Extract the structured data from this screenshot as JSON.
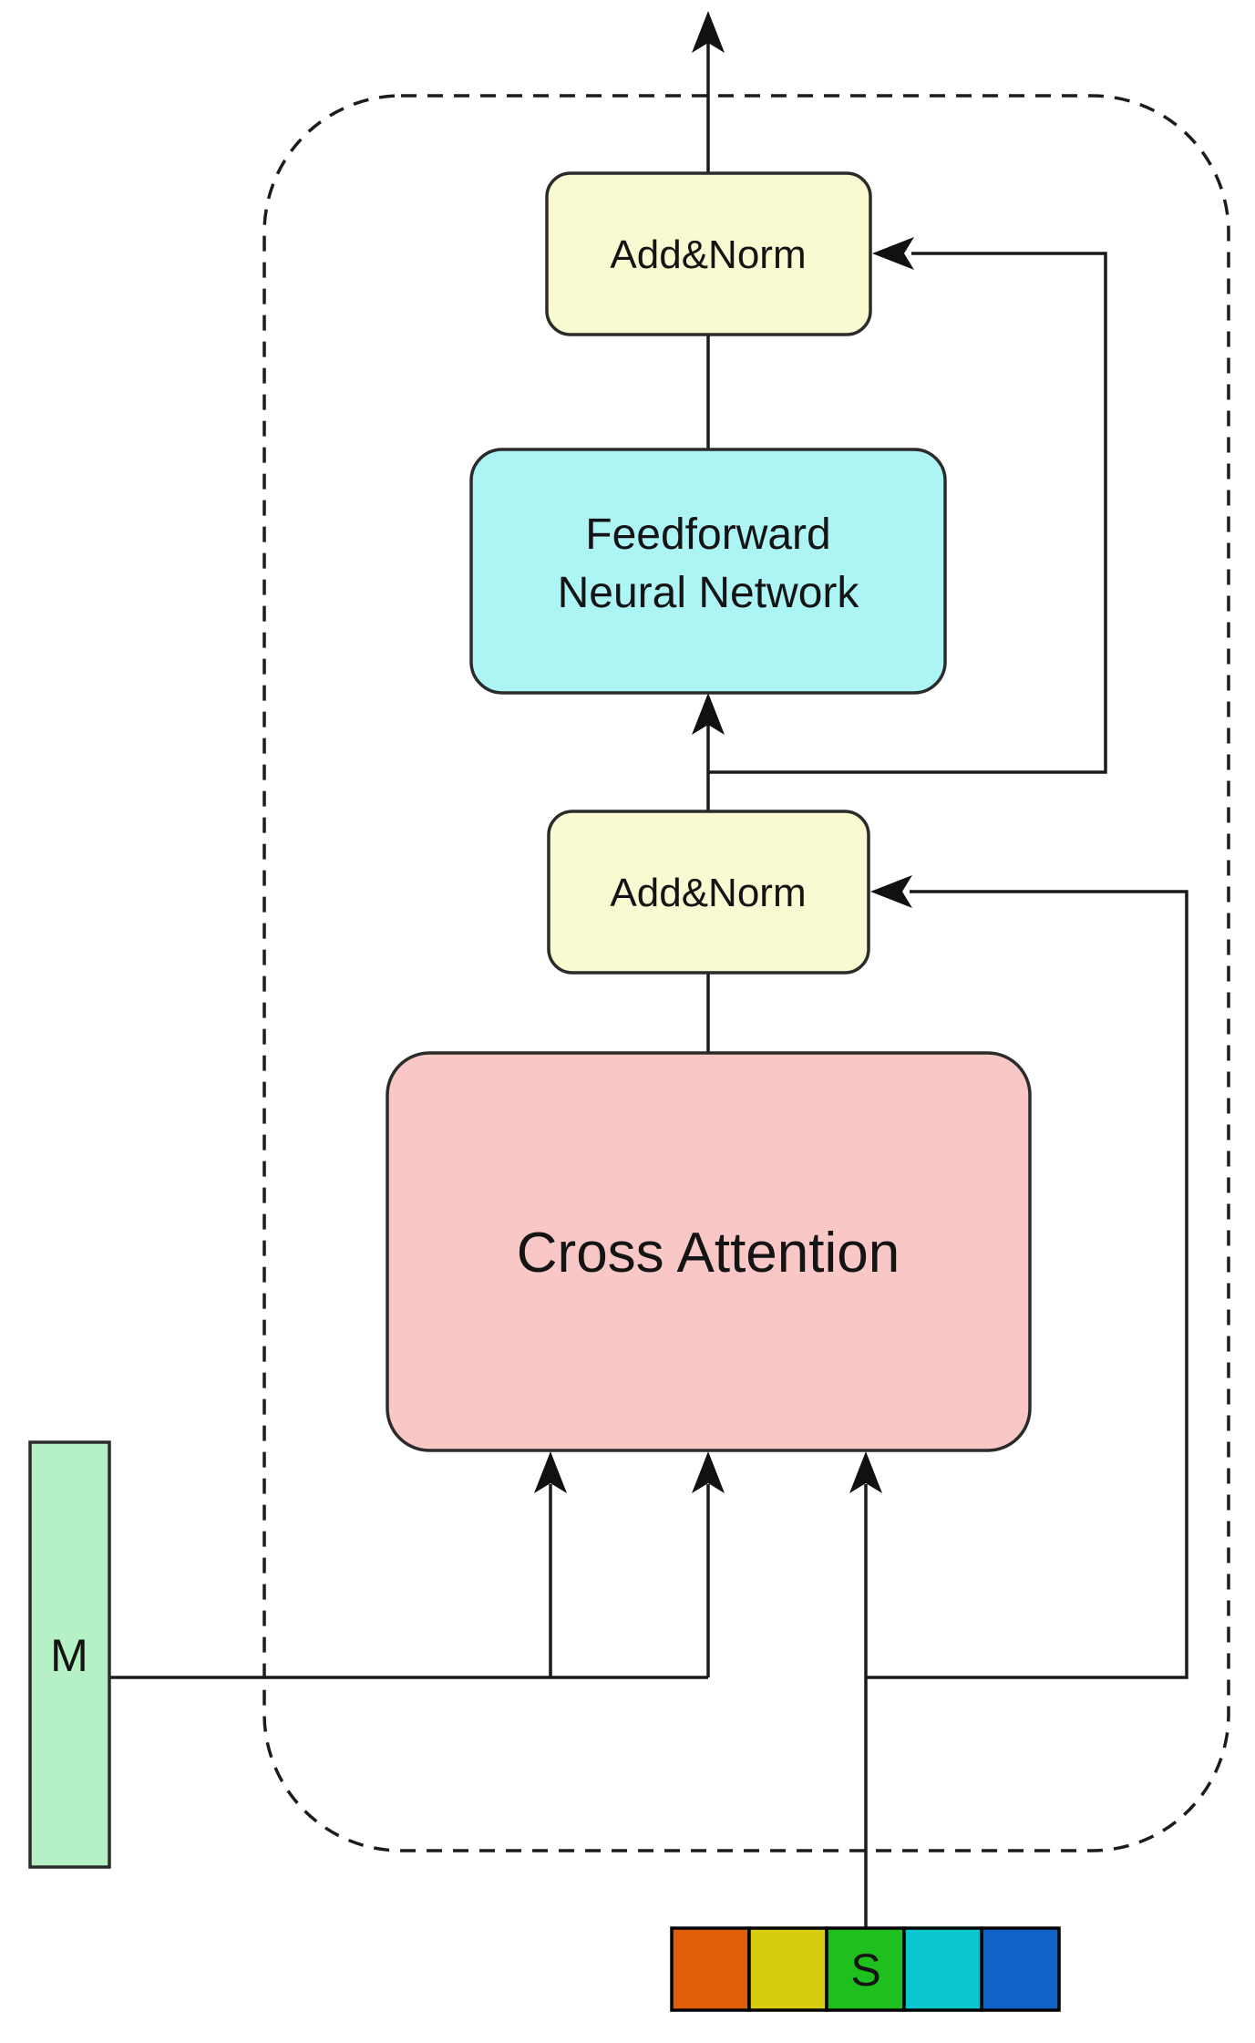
{
  "diagram": {
    "blocks": {
      "add_norm_top": "Add&Norm",
      "feedforward_line1": "Feedforward",
      "feedforward_line2": "Neural Network",
      "add_norm_mid": "Add&Norm",
      "cross_attention": "Cross Attention",
      "memory": "M",
      "s_token": "S"
    },
    "colors": {
      "add_norm_fill": "#FAFAD2",
      "feedforward_fill": "#ADF4F5",
      "cross_attention_fill": "#FAC7C7",
      "memory_fill": "#B5F1C4",
      "tokens": [
        "#E05E0A",
        "#D6CC0D",
        "#1FBF1D",
        "#0CC6CE",
        "#0F62C8"
      ]
    }
  }
}
